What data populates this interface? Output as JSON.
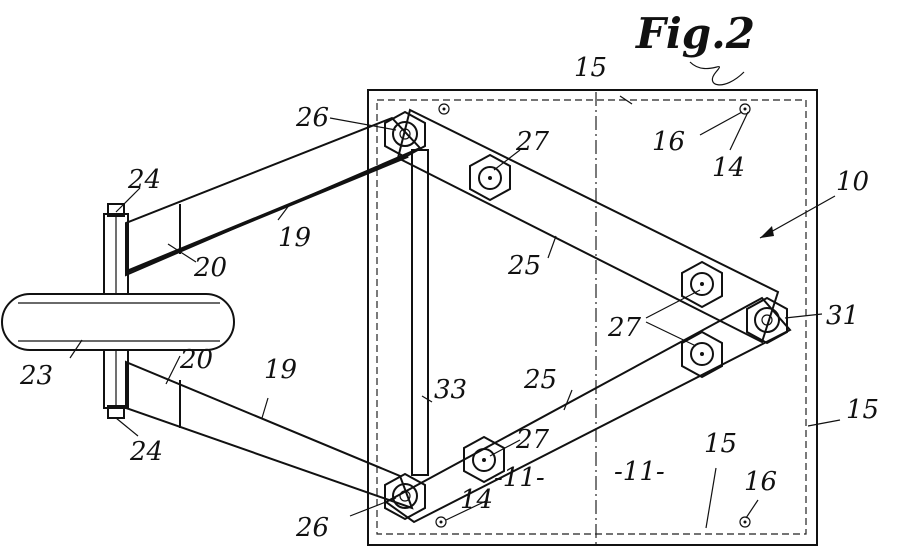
{
  "figure": {
    "title": "Fig.2",
    "labels": {
      "l10": "10",
      "l11a": "-11-",
      "l11b": "-11-",
      "l14a": "14",
      "l14b": "14",
      "l15a": "15",
      "l15b": "15",
      "l15c": "15",
      "l16a": "16",
      "l16b": "16",
      "l19a": "19",
      "l19b": "19",
      "l20a": "20",
      "l20b": "20",
      "l23": "23",
      "l24a": "24",
      "l24b": "24",
      "l25a": "25",
      "l25b": "25",
      "l26a": "26",
      "l26b": "26",
      "l27a": "27",
      "l27b": "27",
      "l27c": "27",
      "l31": "31",
      "l33": "33"
    }
  }
}
